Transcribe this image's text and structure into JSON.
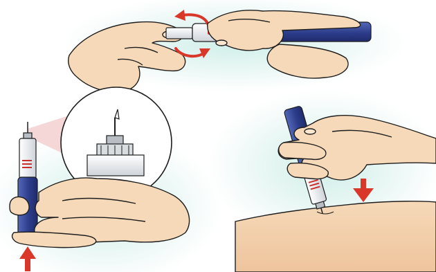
{
  "image": {
    "kind": "instructional illustration",
    "panels": [
      {
        "id": "attach-needle",
        "icons": [
          "hands-icon",
          "insulin-pen-icon",
          "rotation-arrow-icon"
        ]
      },
      {
        "id": "prime-pen",
        "icons": [
          "hand-icon",
          "insulin-pen-icon",
          "needle-zoom-icon",
          "up-arrow-icon"
        ]
      },
      {
        "id": "inject",
        "icons": [
          "hand-icon",
          "insulin-pen-icon",
          "skin-icon",
          "down-arrow-icon"
        ]
      }
    ]
  },
  "colors": {
    "background": "#ffffff",
    "mint_glow": "#cfeee8",
    "skin": "#f6d9b8",
    "skin_shadow": "#e3b48c",
    "outline": "#1d1d1d",
    "pen_blue": "#2d3d8c",
    "pen_blue_light": "#5468b8",
    "pen_body": "#eef0f2",
    "pen_gray": "#b9bec4",
    "accent_red": "#d9372a",
    "dose_red": "#c9302c",
    "callout_pink": "#f3c9c9"
  }
}
